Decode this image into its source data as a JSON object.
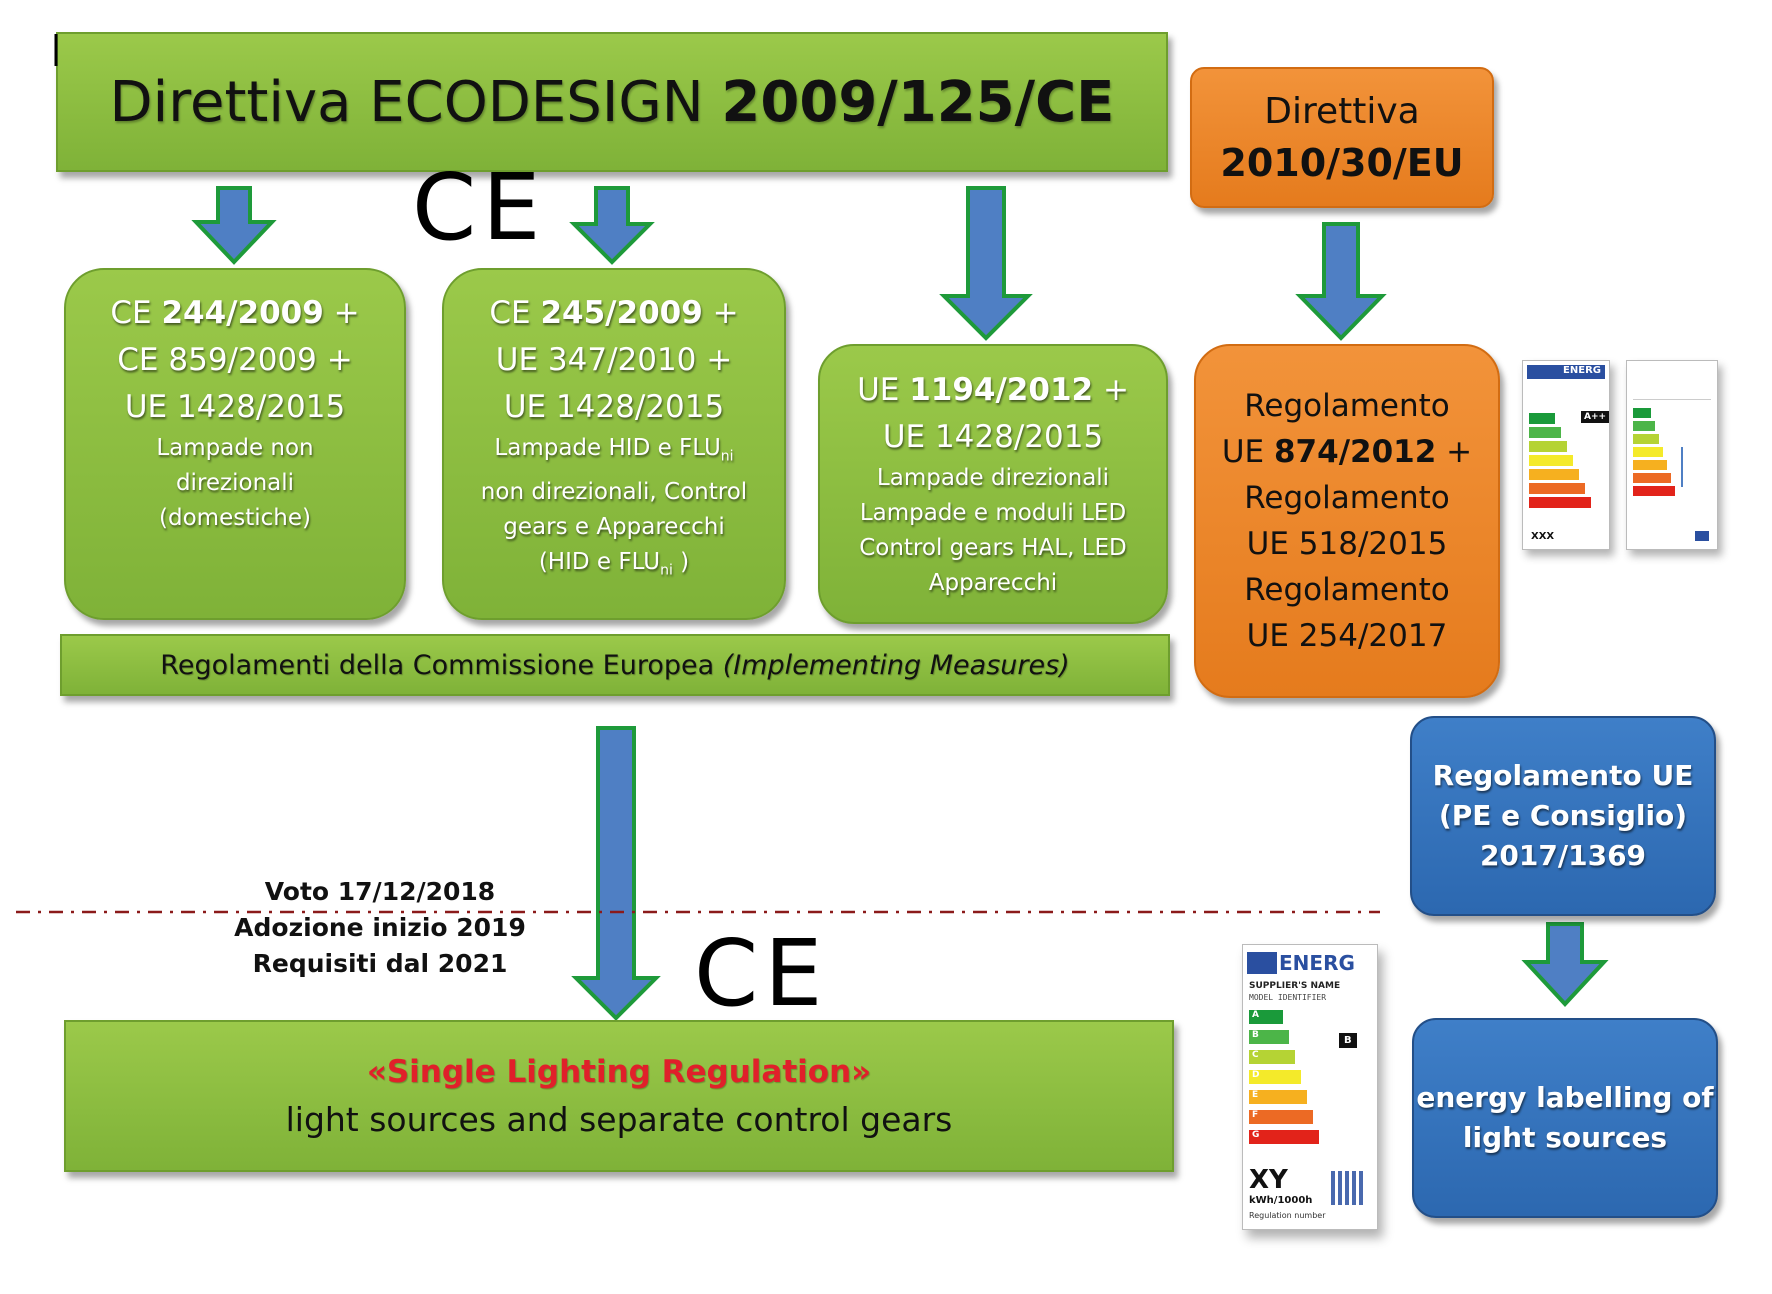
{
  "title_box": {
    "prefix": "Direttiva ECODESIGN ",
    "bold": "2009/125/CE"
  },
  "orange_directive": {
    "line1": "Direttiva",
    "line2": "2010/30/EU"
  },
  "ce_mark": "CE",
  "box1": {
    "r1a": "CE ",
    "r1b": "244/2009",
    "r1c": " +",
    "r2": "CE 859/2009 +",
    "r3": "UE 1428/2015",
    "d1": "Lampade non",
    "d2": "direzionali",
    "d3": "(domestiche)"
  },
  "box2": {
    "r1a": "CE ",
    "r1b": "245/2009",
    "r1c": " +",
    "r2": "UE 347/2010 +",
    "r3": "UE 1428/2015",
    "d1a": "Lampade HID e FLU",
    "d1sub": "ni",
    "d2": "non direzionali, Control",
    "d3": "gears e  Apparecchi",
    "d4a": "(HID e FLU",
    "d4sub": "ni",
    "d4b": " )"
  },
  "box3": {
    "r1a": "UE ",
    "r1b": "1194/2012",
    "r1c": " +",
    "r2": "UE 1428/2015",
    "d1": "Lampade direzionali",
    "d2": "Lampade e moduli LED",
    "d3": "Control gears HAL, LED",
    "d4": "Apparecchi"
  },
  "orange_reg": {
    "l1": "Regolamento",
    "l2a": "UE ",
    "l2b": "874/2012",
    "l2c": " +",
    "l3": "Regolamento",
    "l4": "UE 518/2015",
    "l5": "Regolamento",
    "l6": "UE 254/2017"
  },
  "implementing_bar": {
    "text": "Regolamenti della Commissione Europea ",
    "italic": "(Implementing Measures)"
  },
  "blue_reg": {
    "l1": "Regolamento UE",
    "l2": "(PE e Consiglio)",
    "l3": "2017/1369"
  },
  "blue_label": {
    "l1": "energy labelling of",
    "l2": "light sources"
  },
  "timeline": {
    "l1": "Voto 17/12/2018",
    "l2": "Adozione inizio 2019",
    "l3": "Requisiti dal 2021"
  },
  "single_regulation": {
    "title": "«Single Lighting Regulation»",
    "subtitle": "light sources and separate control gears"
  },
  "energy_label_large": {
    "brand": "ENERG",
    "supplier": "SUPPLIER'S NAME",
    "model": "MODEL IDENTIFIER",
    "classes": [
      "A",
      "B",
      "C",
      "D",
      "E",
      "F",
      "G"
    ],
    "class_colors": [
      "#1a9a3a",
      "#4cb548",
      "#b5d334",
      "#f4ea2a",
      "#f6b01f",
      "#ec6a24",
      "#e2231a"
    ],
    "arrow_class": "B",
    "xy": "XY",
    "kwh": "kWh/1000h",
    "regulation": "Regulation number"
  },
  "energy_label_small": {
    "brand": "ENERG",
    "class_colors": [
      "#1a9a3a",
      "#4cb548",
      "#b5d334",
      "#f4ea2a",
      "#f6b01f",
      "#ec6a24",
      "#e2231a"
    ],
    "arrow_class": "A++",
    "xxx": "XXX"
  },
  "colors": {
    "green": "#8cbe42",
    "orange": "#ec8525",
    "blue": "#3474bc",
    "red_title": "#e0202a",
    "arrow_fill": "#4f7fc4",
    "arrow_stroke": "#1e9a3a",
    "dash_line": "#8b1a1a"
  }
}
